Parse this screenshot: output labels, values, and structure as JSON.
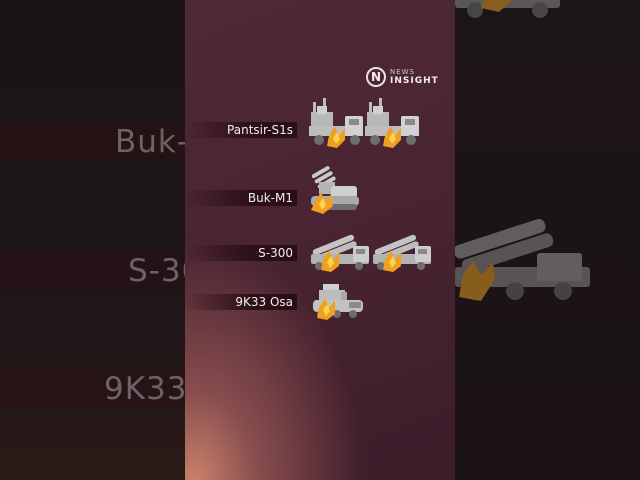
{
  "brand": {
    "logo_mark": "N",
    "logo_top": "NEWS",
    "logo_bottom": "INSIGHT"
  },
  "background_ghost_labels": [
    "Buk-",
    "S-30",
    "9K33"
  ],
  "systems": [
    {
      "name": "Pantsir-S1s",
      "icon": "pantsir-vehicle-icon",
      "count": 2
    },
    {
      "name": "Buk-M1",
      "icon": "buk-vehicle-icon",
      "count": 1
    },
    {
      "name": "S-300",
      "icon": "s300-vehicle-icon",
      "count": 2
    },
    {
      "name": "9K33 Osa",
      "icon": "osa-vehicle-icon",
      "count": 1
    }
  ],
  "colors": {
    "explosion": "#f0a020",
    "vehicle": "#c8c8c8",
    "label_band": "#2a0e16"
  }
}
